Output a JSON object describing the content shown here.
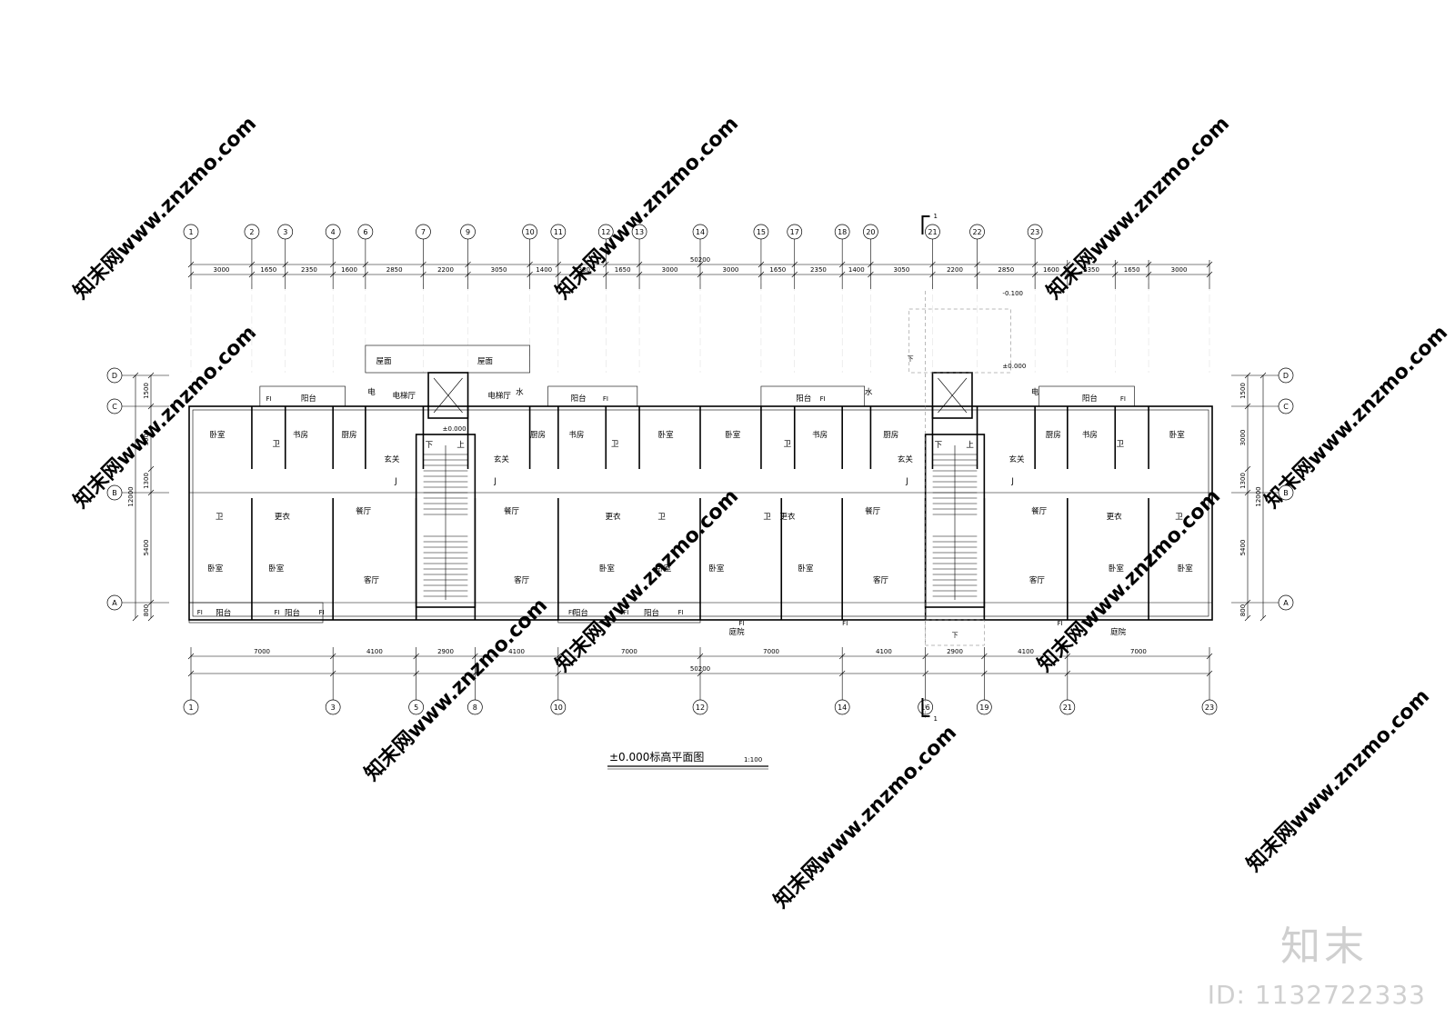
{
  "drawing": {
    "title": "±0.000标高平面图",
    "scale": "1:100",
    "total_dimension": "50200",
    "top_axes": [
      "1",
      "2",
      "3",
      "4",
      "6",
      "7",
      "9",
      "10",
      "11",
      "12",
      "13",
      "14",
      "15",
      "17",
      "18",
      "20",
      "21",
      "22",
      "23"
    ],
    "bottom_axes": [
      "1",
      "3",
      "5",
      "8",
      "10",
      "12",
      "14",
      "16",
      "19",
      "21",
      "23"
    ],
    "row_axes": [
      "D",
      "C",
      "B",
      "A"
    ],
    "top_dims": [
      "3000",
      "1650",
      "2350",
      "1600",
      "2850",
      "2200",
      "3050",
      "1400",
      "2350",
      "1650",
      "3000",
      "3000",
      "1650",
      "2350",
      "1400",
      "3050",
      "2200",
      "2850",
      "1600",
      "2350",
      "1650",
      "3000"
    ],
    "bottom_dims": [
      "7000",
      "4100",
      "2900",
      "4100",
      "7000",
      "7000",
      "4100",
      "2900",
      "4100",
      "7000"
    ],
    "side_dims": [
      "1500",
      "3000",
      "1300",
      "5400",
      "800"
    ],
    "side_total": "12000",
    "level_marks": [
      "-0.100",
      "±0.000",
      "±0.000"
    ],
    "section_mark": "1",
    "symbols": {
      "up": "上",
      "down": "下",
      "joint": "J",
      "fire_hydrant": "FI"
    },
    "rooms": {
      "bedroom": "卧室",
      "study": "书房",
      "kitchen": "厨房",
      "bath": "卫",
      "foyer": "玄关",
      "dining": "餐厅",
      "living": "客厅",
      "closet": "更衣",
      "balcony": "阳台",
      "elevator_hall": "电梯厅",
      "roof": "屋面",
      "courtyard": "庭院",
      "electric": "电",
      "water": "水"
    }
  },
  "watermark": {
    "text": "知末网www.znzmo.com",
    "logo": "知末",
    "id": "ID: 1132722333"
  }
}
